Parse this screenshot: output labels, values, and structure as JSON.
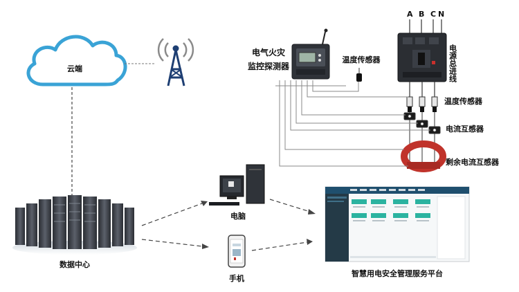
{
  "cloud_label": "云端",
  "detector_label_line1": "电气火灾",
  "detector_label_line2": "监控探测器",
  "temp_sensor_label": "温度传感器",
  "temp_sensor_label2": "温度传感器",
  "current_transformer_label": "电流互感器",
  "residual_transformer_label": "剩余电流互感器",
  "mains_label": "电源总进线",
  "phase_labels": [
    "A",
    "B",
    "C",
    "N"
  ],
  "computer_label": "电脑",
  "phone_label": "手机",
  "datacenter_label": "数据中心",
  "platform_label": "智慧用电安全管理服务平台",
  "colors": {
    "cloud": "#3aa3d6",
    "tower": "#1e3f73",
    "teal": "#2bb3a0",
    "ring": "#c0332b",
    "line": "#7a7a7a"
  }
}
